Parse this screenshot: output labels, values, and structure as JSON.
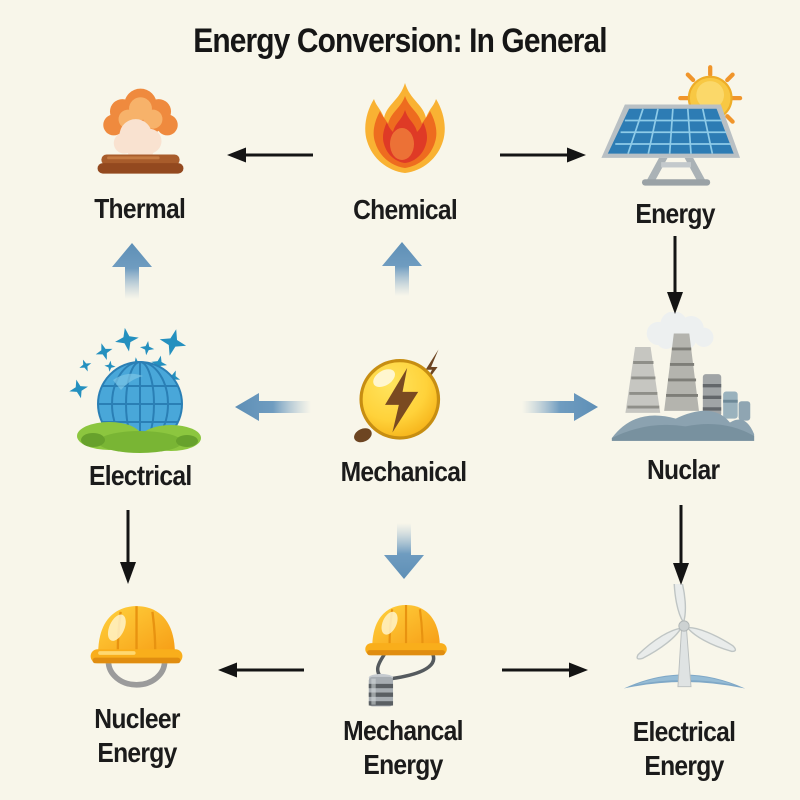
{
  "title": "Energy Conversion: In General",
  "nodes": [
    {
      "id": "thermal",
      "label": "Thermal",
      "icon": "explosion-icon"
    },
    {
      "id": "chemical",
      "label": "Chemical",
      "icon": "fire-icon"
    },
    {
      "id": "energy",
      "label": "Energy",
      "icon": "solar-panel-sun-icon"
    },
    {
      "id": "electrical",
      "label": "Electrical",
      "icon": "globe-birds-icon"
    },
    {
      "id": "mechanical",
      "label": "Mechanical",
      "icon": "lightning-bolt-icon"
    },
    {
      "id": "nuclar",
      "label": "Nuclar",
      "icon": "power-plant-icon"
    },
    {
      "id": "nucleer_energy",
      "label": "Nucleer Energy",
      "icon": "hard-hat-icon"
    },
    {
      "id": "mechancal_energy",
      "label": "Mechancal Energy",
      "icon": "hard-hat-battery-icon"
    },
    {
      "id": "electrical_energy",
      "label": "Electrical Energy",
      "icon": "wind-turbine-icon"
    }
  ],
  "arrows": [
    {
      "from": "chemical",
      "to": "thermal",
      "style": "thin-black",
      "direction": "left"
    },
    {
      "from": "chemical",
      "to": "energy",
      "style": "thin-black",
      "direction": "right"
    },
    {
      "from": "electrical",
      "to": "thermal",
      "style": "blue-gradient",
      "direction": "up"
    },
    {
      "from": "mechanical",
      "to": "chemical",
      "style": "blue-gradient",
      "direction": "up"
    },
    {
      "from": "energy",
      "to": "nuclar",
      "style": "thin-black",
      "direction": "down"
    },
    {
      "from": "mechanical",
      "to": "electrical",
      "style": "blue-gradient",
      "direction": "left"
    },
    {
      "from": "mechanical",
      "to": "nuclar",
      "style": "blue-gradient",
      "direction": "right"
    },
    {
      "from": "electrical",
      "to": "nucleer_energy",
      "style": "thin-black",
      "direction": "down"
    },
    {
      "from": "mechanical",
      "to": "mechancal_energy",
      "style": "blue-gradient",
      "direction": "down"
    },
    {
      "from": "nuclar",
      "to": "electrical_energy",
      "style": "thin-black",
      "direction": "down"
    },
    {
      "from": "mechancal_energy",
      "to": "nucleer_energy",
      "style": "thin-black",
      "direction": "left"
    },
    {
      "from": "mechancal_energy",
      "to": "electrical_energy",
      "style": "thin-black",
      "direction": "right"
    }
  ],
  "colors": {
    "background": "#f8f6ea",
    "text": "#1a1a1a",
    "black_arrow": "#141414",
    "blue_arrow": "#5e8fb6",
    "fire_orange": "#ee6c1f",
    "hat_yellow": "#f9ae1b",
    "globe_blue": "#49a7d9"
  }
}
